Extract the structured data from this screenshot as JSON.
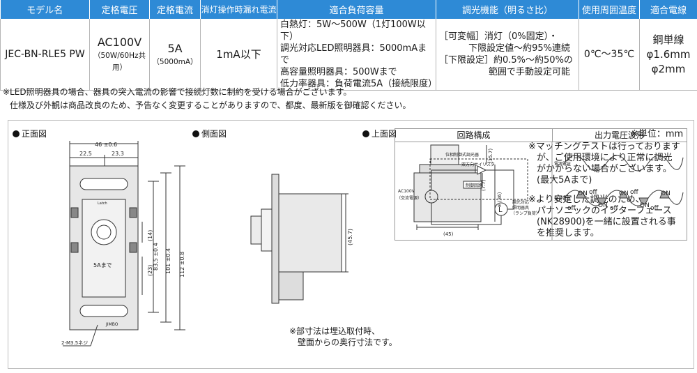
{
  "table": {
    "headers": [
      "モデル名",
      "定格電圧",
      "定格電流",
      "消灯操作時漏れ電流",
      "適合負荷容量",
      "調光機能（明るさ比）",
      "使用周囲温度",
      "適合電線"
    ],
    "model": "JEC-BN-RLE5 PW",
    "voltage": "AC100V",
    "voltage_sub": "（50W/60Hz共用）",
    "current": "5A",
    "current_sub": "（5000mA）",
    "leak": "1mA以下",
    "load": [
      "白熱灯：5W～500W（1灯100W以下）",
      "調光対応LED照明器具：5000mAまで",
      "高容量照明器具：500Wまで",
      "低力率器具：負荷電流5A（接続限度）"
    ],
    "dimming": [
      "［可変幅］消灯（0%固定）・",
      "下限設定値～約95%連続",
      "［下限設定］約0.5%～約50%の",
      "範囲で手動設定可能"
    ],
    "temp": "0℃～35℃",
    "wire": [
      "銅単線",
      "φ1.6mm",
      "φ2mm"
    ]
  },
  "notes": [
    "※LED照明器具の場合、器具の突入電流の影響で接続灯数に制約を受ける場合がございます。",
    "仕様及び外観は商品改良のため、予告なく変更することがありますので、都度、最新版を御確認ください。"
  ],
  "sections": {
    "front": "正面図",
    "side": "側面図",
    "top": "上面図"
  },
  "front_dims": {
    "w_total": "46 ±0.6",
    "w_left": "22.5",
    "w_right": "23.3",
    "h1": "83.5 ±0.4",
    "h2": "101 ±0.4",
    "h3": "112 ±0.8",
    "d14": "(14)",
    "d23": "(23)",
    "screw": "2-M3.5ネジ",
    "knob_label": "5Aまで",
    "brand": "JIMBO",
    "latch": "Latch"
  },
  "side_dims": {
    "d45_7": "(45.7)"
  },
  "top_dims": {
    "d15_7": "(15.7)",
    "d7_7": "(7.7)",
    "d36": "※ (36)",
    "d45": "(45)"
  },
  "side_note": [
    "※部寸法は埋込取付時、",
    "壁面からの奥行寸法です。"
  ],
  "right_notes": {
    "unit": "※単位：mm",
    "n1": [
      "※マッチングテストは行っておりま",
      "す",
      "が、ご使用環境により正常に調光",
      "がかからない場合がございます。",
      "(最大5Aまで)"
    ],
    "n2": [
      "※より安定した調光のため、",
      "パナソニックのインターフェース",
      "(NK28900)を一緒に設置される事",
      "を推奨します。"
    ]
  },
  "circuit": {
    "title_left": "回路構成",
    "title_right": "出力電圧波形",
    "dimmer": "位相制御式調光器",
    "triac": "双方向サイリスタ",
    "ctrl": "制御回路",
    "source": [
      "AC100V",
      "（交流電源）"
    ],
    "lamp": [
      "調光対応",
      "照明器具",
      "（ランプ負荷）"
    ],
    "lamp_symbol": "L",
    "wave_src": "電源電圧",
    "wave_load": "負荷電圧",
    "on": "ON",
    "off": "off"
  }
}
